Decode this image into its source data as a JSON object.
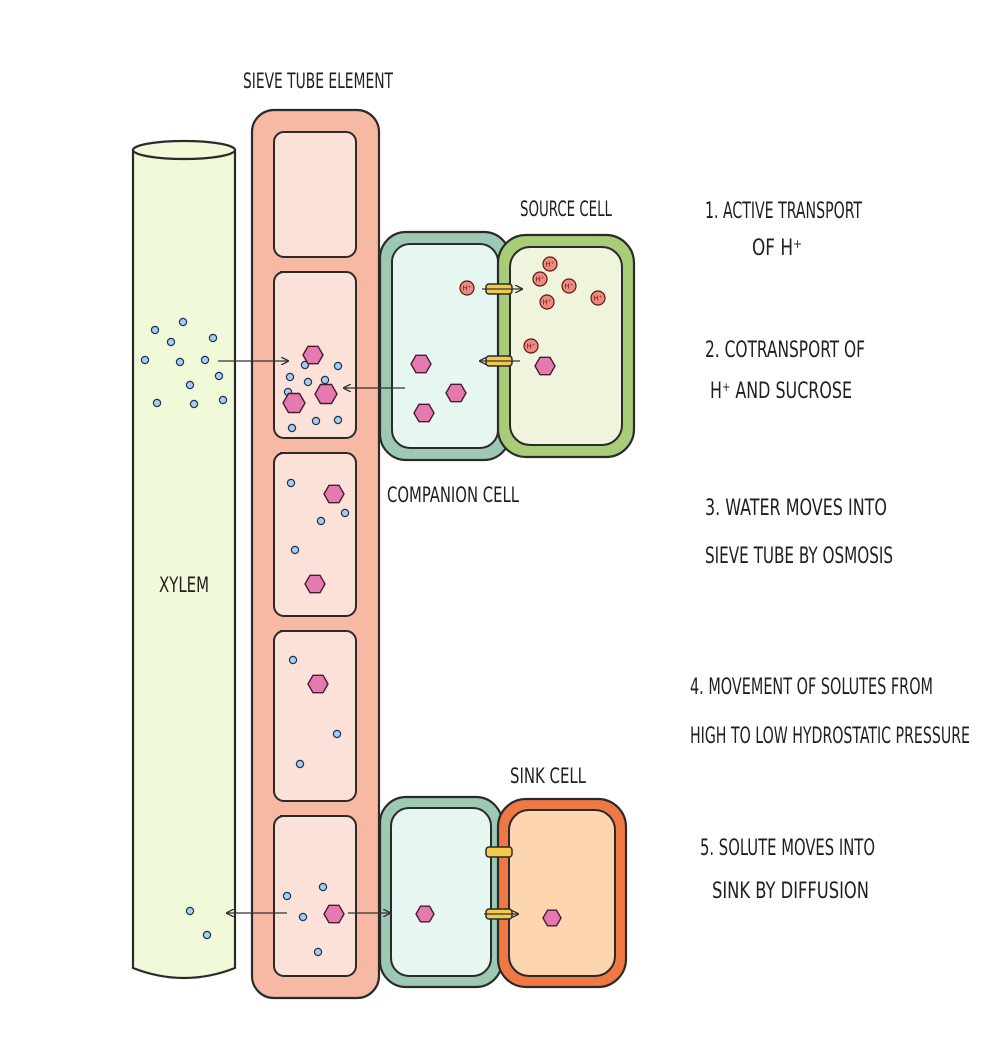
{
  "labels": {
    "sieve_tube": "SIEVE TUBE ELEMENT",
    "source_cell": "SOURCE CELL",
    "companion_cell": "COMPANION CELL",
    "xylem": "XYLEM",
    "sink_cell": "SINK CELL",
    "h_ion": "H⁺"
  },
  "steps": [
    {
      "line1": "1. ACTIVE TRANSPORT",
      "line2": "OF H⁺"
    },
    {
      "line1": "2. COTRANSPORT OF",
      "line2": "H⁺ AND SUCROSE"
    },
    {
      "line1": "3. WATER MOVES INTO",
      "line2": "SIEVE TUBE BY OSMOSIS"
    },
    {
      "line1": "4. MOVEMENT OF SOLUTES FROM",
      "line2": "HIGH TO LOW HYDROSTATIC PRESSURE"
    },
    {
      "line1": "5. SOLUTE MOVES INTO",
      "line2": "SINK BY DIFFUSION"
    }
  ],
  "colors": {
    "xylem_fill": "#f1fad8",
    "sieve_outer": "#f7b8a4",
    "sieve_inner": "#fbe1d8",
    "companion_wall": "#9dc8b3",
    "companion_fill": "#e6f7f2",
    "source_wall": "#a9cc78",
    "source_fill": "#eef5dc",
    "sink_wall": "#f07845",
    "sink_fill": "#fdd6b0",
    "sucrose": "#e57ab0",
    "water": "#a9cdee",
    "h_ion": "#ee8a7f",
    "channel": "#f3c94b"
  }
}
